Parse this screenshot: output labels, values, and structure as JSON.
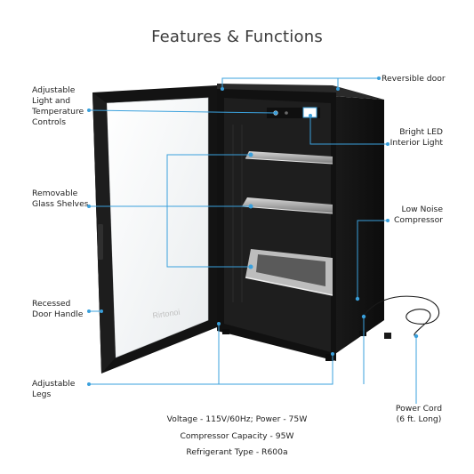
{
  "title": "Features & Functions",
  "labels": {
    "adjustable_controls": [
      "Adjustable",
      "Light and",
      "Temperature",
      "Controls"
    ],
    "removable_shelves": [
      "Removable",
      "Glass Shelves"
    ],
    "recessed_handle": [
      "Recessed",
      "Door Handle"
    ],
    "adjustable_legs": [
      "Adjustable",
      "Legs"
    ],
    "reversible_door": "Reversible door",
    "bright_led": [
      "Bright LED",
      "Interior Light"
    ],
    "low_noise": [
      "Low Noise",
      "Compressor"
    ],
    "power_cord": [
      "Power Cord",
      "(6 ft. Long)"
    ]
  },
  "brand_text": "Rirtonoi",
  "specs": [
    "Voltage - 115V/60Hz; Power - 75W",
    "Compressor Capacity - 95W",
    "Refrigerant Type - R600a"
  ],
  "colors": {
    "accent": "#3aa0dc",
    "body": "#151515",
    "interior": "#1d1d1d"
  }
}
